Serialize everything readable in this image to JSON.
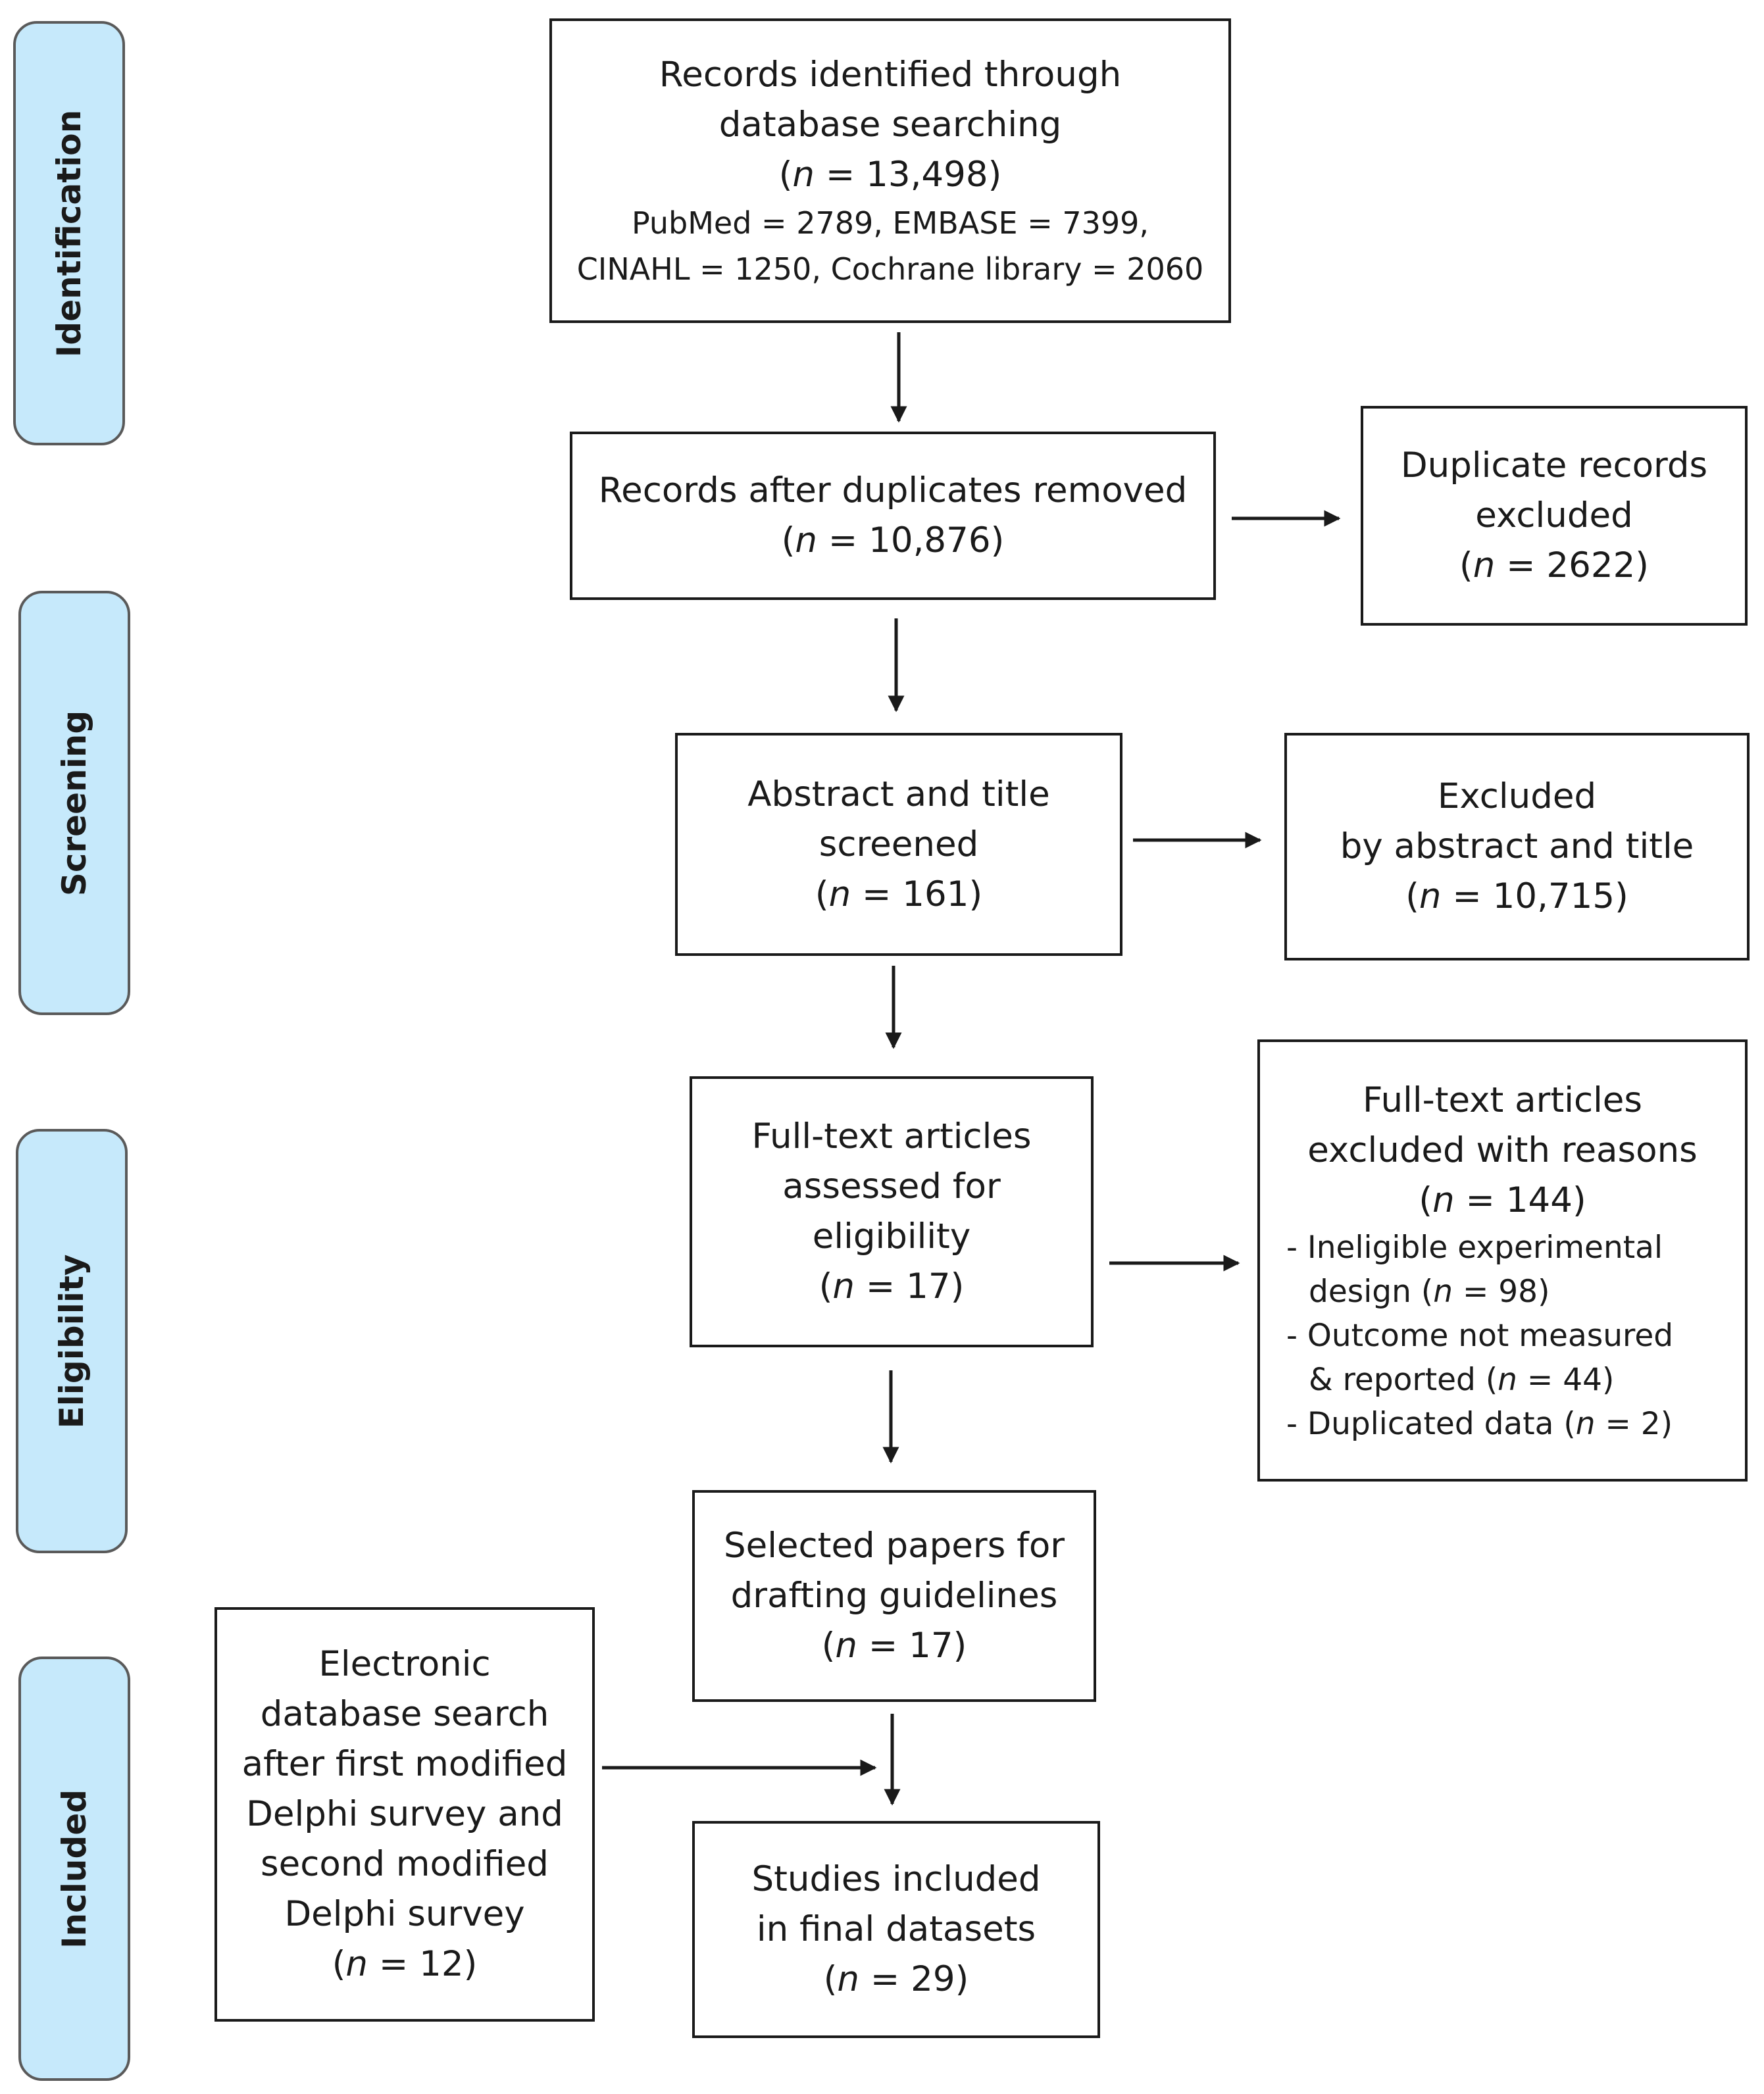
{
  "stages": {
    "identification": "Identification",
    "screening": "Screening",
    "eligibility": "Eligibility",
    "included": "Included"
  },
  "n_label": "n",
  "records_identified": {
    "line1": "Records identified through",
    "line2": "database searching",
    "n": "13,498",
    "sources_line1": "PubMed = 2789, EMBASE = 7399,",
    "sources_line2": "CINAHL = 1250, Cochrane library = 2060"
  },
  "after_duplicates": {
    "line1": "Records after duplicates removed",
    "n": "10,876"
  },
  "duplicates_excluded": {
    "line1": "Duplicate records",
    "line2": "excluded",
    "n": "2622"
  },
  "screened": {
    "line1": "Abstract and title",
    "line2": "screened",
    "n": "161"
  },
  "excluded_abstract": {
    "line1": "Excluded",
    "line2": "by abstract and title",
    "n": "10,715"
  },
  "fulltext_assessed": {
    "line1": "Full-text articles",
    "line2": "assessed for",
    "line3": "eligibility",
    "n": "17"
  },
  "fulltext_excluded": {
    "line1": "Full-text articles",
    "line2": "excluded with reasons",
    "n": "144",
    "reason1_a": "- Ineligible experimental",
    "reason1_b": "design (",
    "reason1_n": "98",
    "reason2_a": "- Outcome not measured",
    "reason2_b": "& reported (",
    "reason2_n": "44",
    "reason3_a": "- Duplicated data (",
    "reason3_n": "2"
  },
  "selected_papers": {
    "line1": "Selected papers for",
    "line2": "drafting guidelines",
    "n": "17"
  },
  "electronic_search": {
    "line1": "Electronic",
    "line2": "database search",
    "line3": "after first modified",
    "line4": "Delphi survey and",
    "line5": "second modified",
    "line6": "Delphi survey",
    "n": "12"
  },
  "studies_included": {
    "line1": "Studies included",
    "line2": "in final datasets",
    "n": "29"
  },
  "colors": {
    "stage_fill": "#c6e9fb",
    "stage_border": "#5a5a5a",
    "box_border": "#1a1a1a",
    "arrow": "#1a1a1a"
  }
}
